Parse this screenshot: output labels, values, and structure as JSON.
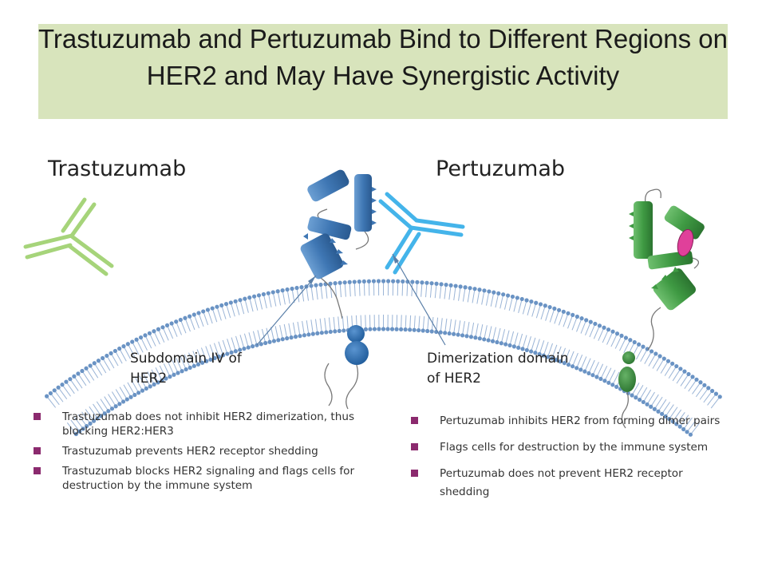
{
  "title": "Trastuzumab and Pertuzumab Bind to Different Regions on HER2 and May Have Synergistic Activity",
  "headings": {
    "left": "Trastuzumab",
    "right": "Pertuzumab"
  },
  "callouts": {
    "subdomain_iv_line1": "Subdomain IV of",
    "subdomain_iv_line2": "HER2",
    "dimerization_line1": "Dimerization domain",
    "dimerization_line2": "of HER2"
  },
  "left_bullets": [
    "Trastuzumab does not inhibit HER2 dimerization, thus blocking HER2:HER3",
    "Trastuzumab prevents HER2 receptor shedding",
    "Trastuzumab blocks HER2 signaling and flags cells for destruction by the immune system"
  ],
  "right_bullets": [
    "Pertuzumab inhibits HER2 from forming dimer pairs",
    "Flags cells for destruction by the immune system",
    "Pertuzumab does not prevent HER2 receptor shedding"
  ],
  "colors": {
    "title_background": "#d8e4bc",
    "bullet_square": "#8b2a6e",
    "trastuzumab_antibody": "#a6d47a",
    "pertuzumab_antibody": "#44b4ea",
    "her2_blue": "#3f77b4",
    "her3_green": "#3f9a43",
    "pertuzumab_binding_site": "#e0409a",
    "membrane": "#6a93c4"
  }
}
